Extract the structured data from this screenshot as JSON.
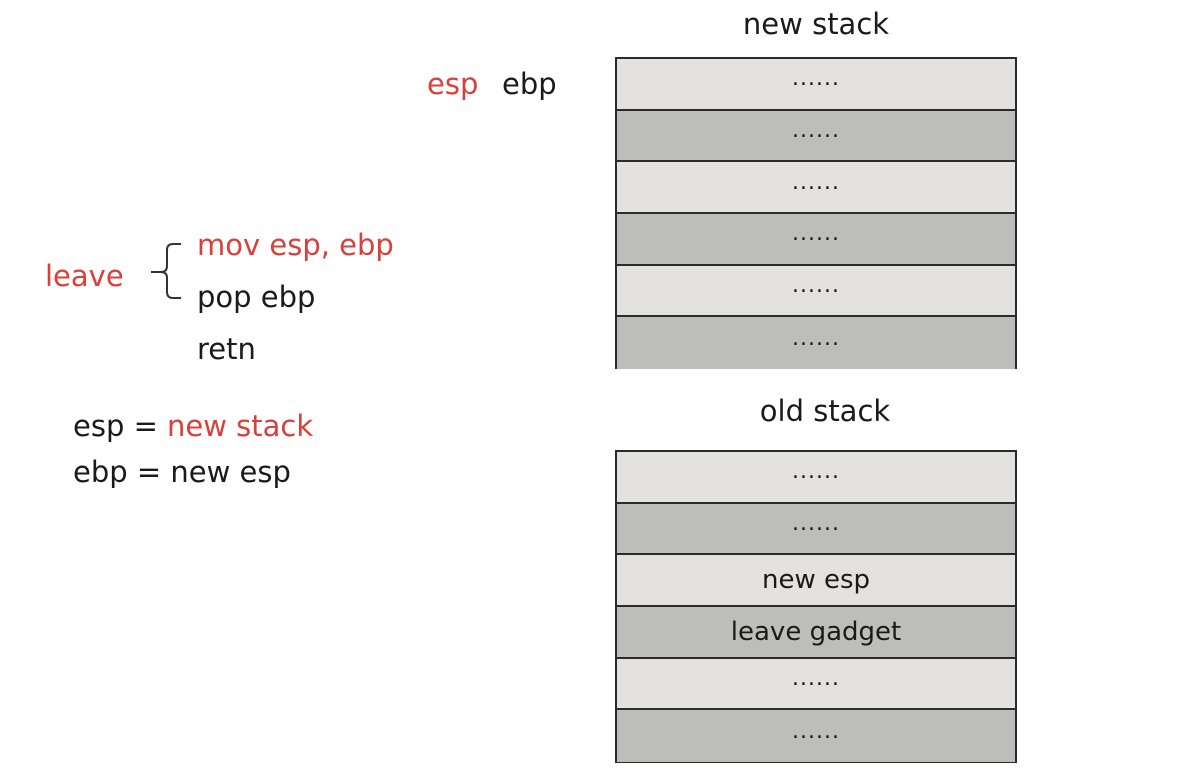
{
  "new_stack": {
    "title": "new stack",
    "cells": [
      {
        "text": "......",
        "shade": "light"
      },
      {
        "text": "......",
        "shade": "dark"
      },
      {
        "text": "......",
        "shade": "light"
      },
      {
        "text": "......",
        "shade": "dark"
      },
      {
        "text": "......",
        "shade": "light"
      },
      {
        "text": "......",
        "shade": "dark"
      }
    ]
  },
  "old_stack": {
    "title": "old stack",
    "cells": [
      {
        "text": "......",
        "shade": "light"
      },
      {
        "text": "......",
        "shade": "dark"
      },
      {
        "text": "new esp",
        "shade": "light"
      },
      {
        "text": "leave gadget",
        "shade": "dark"
      },
      {
        "text": "......",
        "shade": "light"
      },
      {
        "text": "......",
        "shade": "dark"
      }
    ]
  },
  "pointers": {
    "esp": "esp",
    "ebp": "ebp"
  },
  "leave_block": {
    "label": "leave",
    "instr_mov": "mov esp, ebp",
    "instr_pop": "pop ebp",
    "instr_retn": "retn"
  },
  "effects": {
    "line1_lhs": "esp =",
    "line1_rhs": "new stack",
    "line2": "ebp = new esp"
  },
  "colors": {
    "accent_red": "#d9403b",
    "cell_light": "#e3e2df",
    "cell_dark": "#bdbdba",
    "border": "#2b2b2b"
  }
}
